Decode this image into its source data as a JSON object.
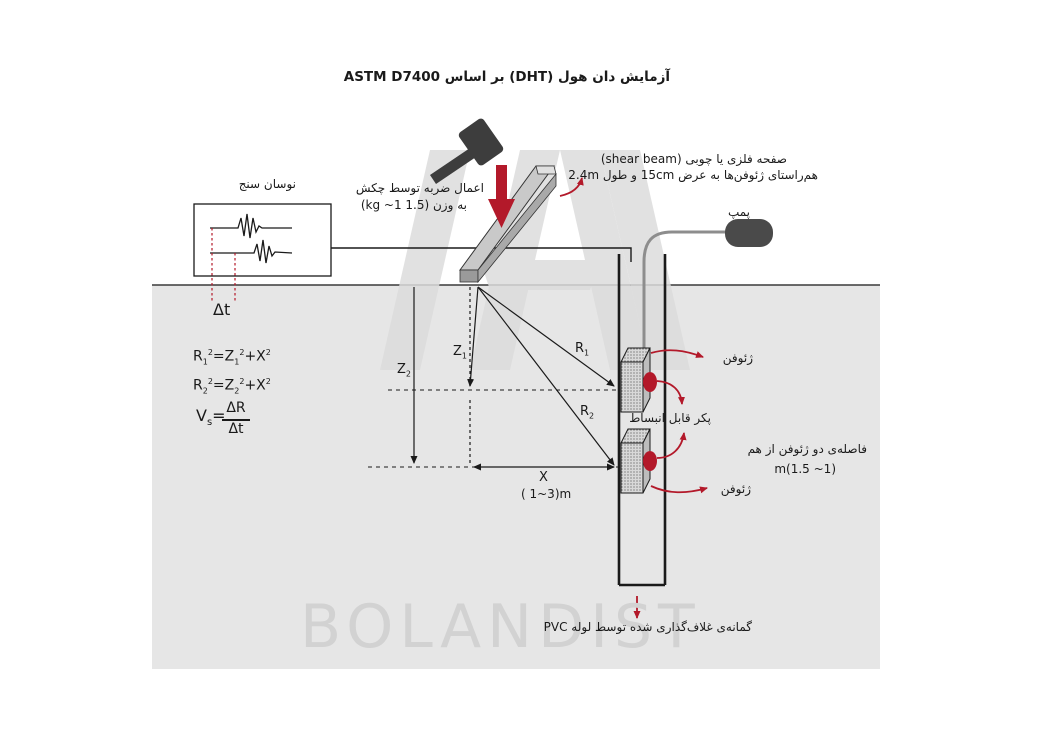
{
  "title": "آزمایش دان هول  (DHT) بر اساس ASTM D7400",
  "watermark": "BOLANDIST",
  "labels": {
    "seismograph": "نوسان سنج",
    "hammer_line1": "اعمال ضربه توسط چکش",
    "hammer_line2": "به وزن (kg ~1 1.5)",
    "beam_line1": "صفحه فلزی یا چوبی (shear beam)",
    "beam_line2": "هم‌راستای ژئوفن‌ها به عرض 15cm و طول 2.4m",
    "pump": "پمپ",
    "geophone_top": "ژئوفن",
    "geophone_bottom": "ژئوفن",
    "inflatable_packer": "پکر قابل انبساط",
    "spacing_line1": "فاصله‌ی دو ژئوفن از هم",
    "spacing_line2": "(1~ 1.5)m",
    "casing": "گمانه‌ی غلاف‌گذاری شده توسط لوله PVC",
    "x_label": "X",
    "x_range": "( 1~3)m",
    "delta_t": "Δt",
    "z1": "Z",
    "z1_sub": "1",
    "z2": "Z",
    "z2_sub": "2",
    "r1": "R",
    "r1_sub": "1",
    "r2": "R",
    "r2_sub": "2"
  },
  "formulas": {
    "f1_a": "R",
    "f1_a_sub": "1",
    "f1_b": "2",
    "f1_c": "=Z",
    "f1_c_sub": "1",
    "f1_d": "2",
    "f1_e": "+X",
    "f1_f": "2",
    "f2_a": "R",
    "f2_a_sub": "2",
    "f2_b": "2",
    "f2_c": "=Z",
    "f2_c_sub": "2",
    "f2_d": "2",
    "f2_e": "+X",
    "f2_f": "2",
    "vs": "V",
    "vs_sub": "s",
    "eq": "=",
    "num": "ΔR",
    "den": "Δt"
  },
  "colors": {
    "accent_red": "#b3192a",
    "ground": "#e6e6e6",
    "line": "#1a1a1a"
  }
}
